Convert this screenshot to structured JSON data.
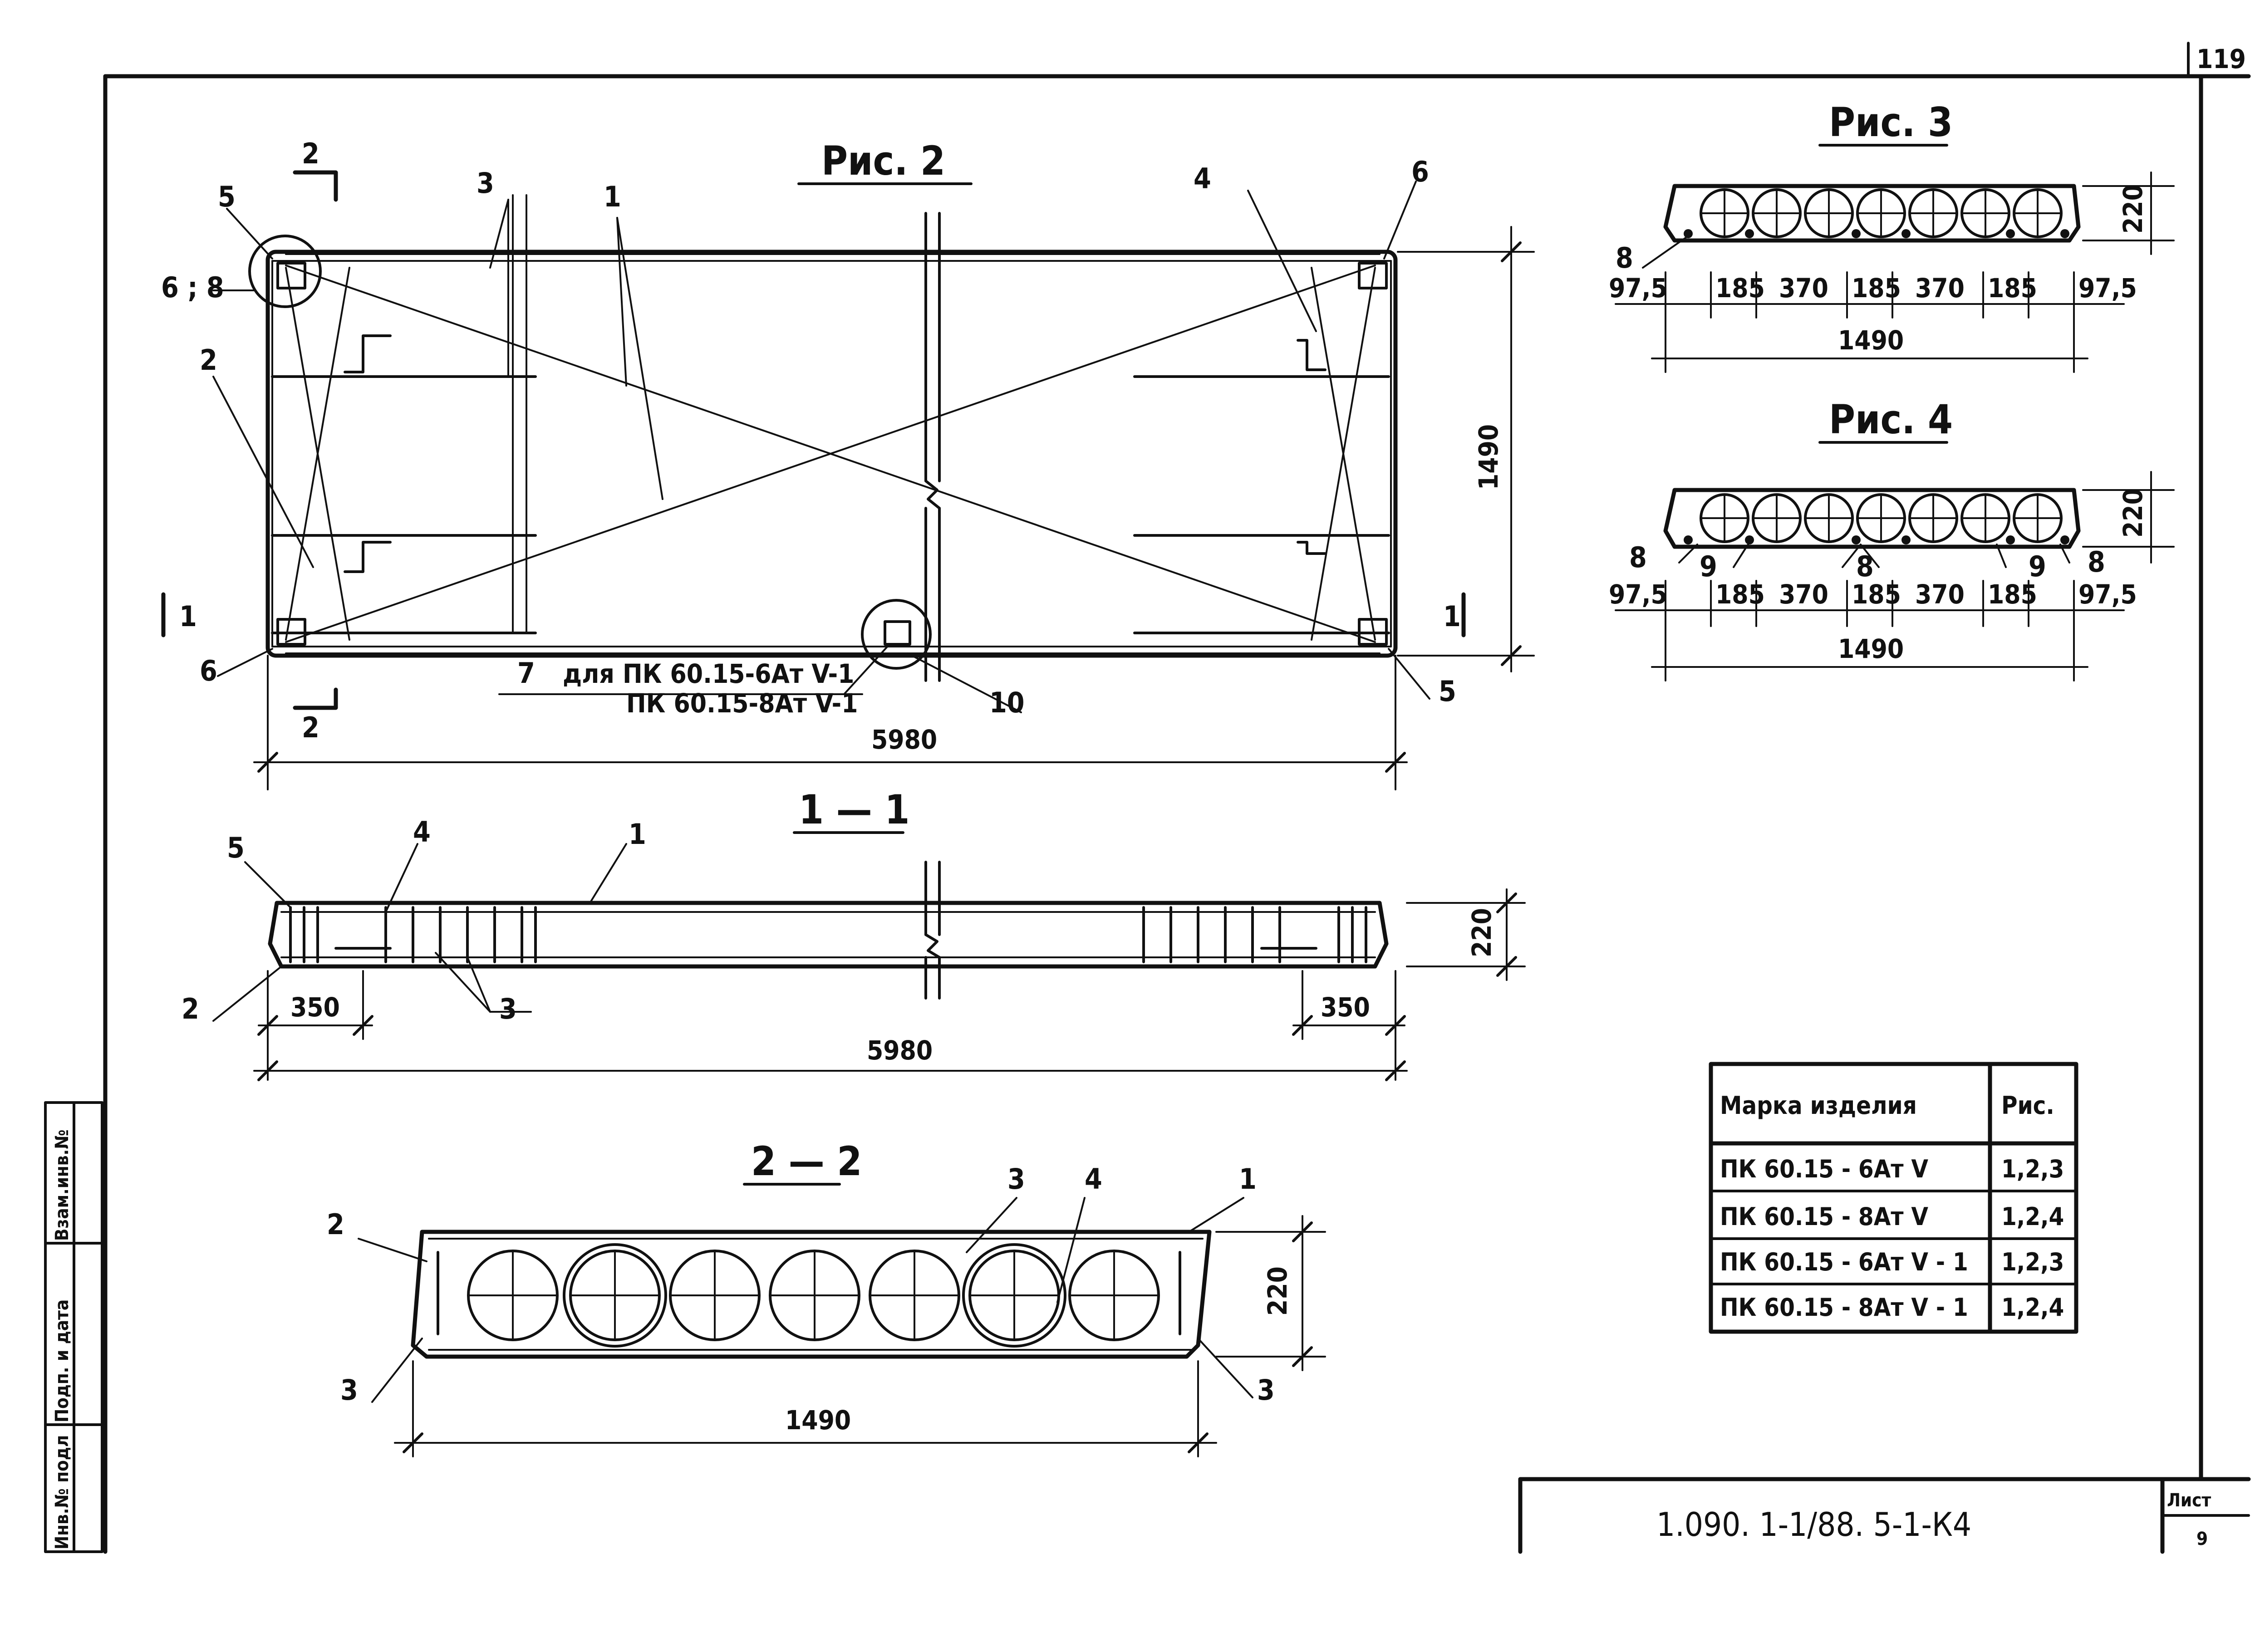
{
  "sheet": {
    "page_number": "119",
    "designation": "1.090. 1-1/88. 5-1-К4",
    "sheet_label": "Лист",
    "sheet_number": "9"
  },
  "side_stamp": {
    "inv_no": "Инв.№ подл",
    "sign_date": "Подп. и дата",
    "replace_inv": "Взам.инв.№"
  },
  "fig2": {
    "title": "Рис. 2",
    "cut_2_top": "2",
    "cut_2_bottom": "2",
    "cut_1_left": "1",
    "cut_1_right": "1",
    "callout_1": "1",
    "callout_2": "2",
    "callout_3": "3",
    "callout_4": "4",
    "callout_5_left": "5",
    "callout_5_right": "5",
    "callout_6_left_top": "6 ; 8",
    "callout_6_left_bottom": "6",
    "callout_6_right": "6",
    "callout_7": "7",
    "note_line1": "для ПК 60.15-6Ат V-1",
    "note_line2": "ПК 60.15-8Ат V-1",
    "callout_10": "10",
    "dim_length": "5980",
    "dim_width": "1490"
  },
  "sec11": {
    "title": "1 — 1",
    "callout_1": "1",
    "callout_2": "2",
    "callout_3": "3",
    "callout_4": "4",
    "callout_5": "5",
    "dim_left": "350",
    "dim_right": "350",
    "dim_length": "5980",
    "dim_height": "220"
  },
  "sec22": {
    "title": "2 — 2",
    "callout_1": "1",
    "callout_2": "2",
    "callout_3_top": "3",
    "callout_3_left": "3",
    "callout_3_right": "3",
    "callout_4": "4",
    "dim_width": "1490",
    "dim_height": "220"
  },
  "fig3": {
    "title": "Рис. 3",
    "callout_8": "8",
    "dims": [
      "97,5",
      "185",
      "370",
      "185",
      "370",
      "185",
      "97,5"
    ],
    "dim_total": "1490",
    "dim_height": "220"
  },
  "fig4": {
    "title": "Рис. 4",
    "callout_8_left": "8",
    "callout_9_left": "9",
    "callout_8_mid": "8",
    "callout_9_right": "9",
    "callout_8_right": "8",
    "dims": [
      "97,5",
      "185",
      "370",
      "185",
      "370",
      "185",
      "97,5"
    ],
    "dim_total": "1490",
    "dim_height": "220"
  },
  "table": {
    "header_mark": "Марка изделия",
    "header_fig": "Рис.",
    "rows": [
      {
        "mark": "ПК 60.15 - 6Ат V",
        "fig": "1,2,3"
      },
      {
        "mark": "ПК 60.15 - 8Ат V",
        "fig": "1,2,4"
      },
      {
        "mark": "ПК 60.15 - 6Ат V - 1",
        "fig": "1,2,3"
      },
      {
        "mark": "ПК 60.15 - 8Ат V - 1",
        "fig": "1,2,4"
      }
    ]
  }
}
